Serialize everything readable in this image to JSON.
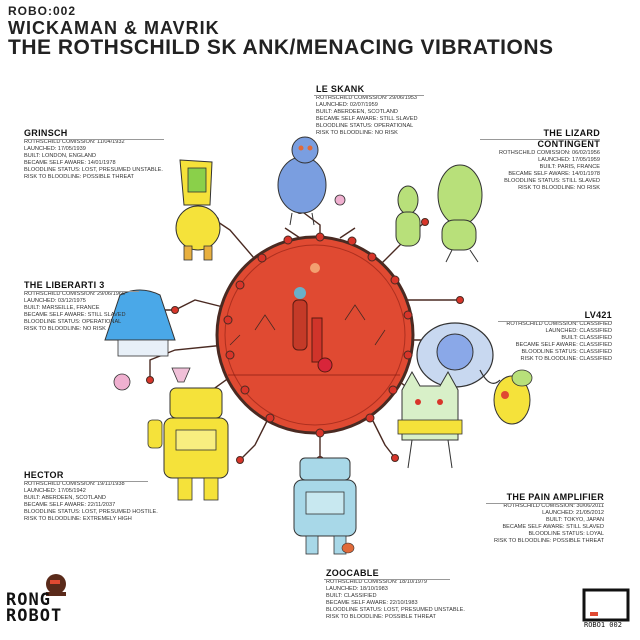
{
  "header": {
    "catalog": "ROBO:002",
    "artists": "WICKAMAN & MAVRIK",
    "title": "THE ROTHSCHILD SK ANK/MENACING VIBRATIONS"
  },
  "robots": [
    {
      "name": "LE SKANK",
      "lines": [
        "ROTHSCHILD COMISSION: 29/06/1953",
        "LAUNCHED: 02/07/1959",
        "BUILT: ABERDEEN, SCOTLAND",
        "BECAME SELF AWARE: STILL SLAVED",
        "BLOODLINE STATUS: OPERATIONAL",
        "RISK TO BLOODLINE: NO RISK"
      ]
    },
    {
      "name": "GRINSCH",
      "lines": [
        "ROTHSCHILD COMISSION: 11/04/1932",
        "LAUNCHED: 17/05/1939",
        "BUILT: LONDON, ENGLAND",
        "BECAME SELF AWARE: 14/01/1978",
        "BLOODLINE STATUS: LOST, PRESUMED UNSTABLE.",
        "RISK TO BLOODLINE: POSSIBLE THREAT"
      ]
    },
    {
      "name": "THE LIZARD CONTINGENT",
      "lines": [
        "ROTHSCHILD COMISSION: 06/02/1956",
        "LAUNCHED: 17/05/1959",
        "BUILT: PARIS, FRANCE",
        "BECAME SELF AWARE: 14/01/1978",
        "BLOODLINE STATUS: STILL SLAVED",
        "RISK TO BLOODLINE: NO RISK"
      ]
    },
    {
      "name": "THE LIBERARTI 3",
      "lines": [
        "ROTHSCHILD COMISSION: 29/06/1966",
        "LAUNCHED: 03/12/1975",
        "BUILT: MARSEILLE, FRANCE",
        "BECAME SELF AWARE: STILL SLAVED",
        "BLOODLINE STATUS: OPERATIONAL",
        "RISK TO BLOODLINE: NO RISK"
      ]
    },
    {
      "name": "LV421",
      "lines": [
        "ROTHSCHILD COMISSION: CLASSIFIED",
        "LAUNCHED: CLASSIFIED",
        "BUILT: CLASSIFIED",
        "BECAME SELF AWARE: CLASSIFIED",
        "BLOODLINE STATUS: CLASSIFIED",
        "RISK TO BLOODLINE: CLASSIFIED"
      ]
    },
    {
      "name": "HECTOR",
      "lines": [
        "ROTHSCHILD COMISSION: 19/11/1938",
        "LAUNCHED: 17/05/1942",
        "BUILT: ABERDEEN, SCOTLAND",
        "BECAME SELF AWARE: 22/11/2037",
        "BLOODLINE STATUS: LOST, PRESUMED HOSTILE.",
        "RISK TO BLOODLINE: EXTREMELY HIGH"
      ]
    },
    {
      "name": "THE PAIN AMPLIFIER",
      "lines": [
        "ROTHSCHILD COMISSION: 30/06/2011",
        "LAUNCHED: 21/05/2012",
        "BUILT: TOKYO, JAPAN",
        "BECAME SELF AWARE: STILL SLAVED",
        "BLOODLINE STATUS: LOYAL",
        "RISK TO BLOODLINE: POSSIBLE THREAT"
      ]
    },
    {
      "name": "ZOOCABLE",
      "lines": [
        "ROTHSCHILD COMISSION: 18/10/1979",
        "LAUNCHED: 18/10/1983",
        "BUILT: CLASSIFIED",
        "BECAME SELF AWARE: 22/10/1983",
        "BLOODLINE STATUS: LOST, PRESUMED UNSTABLE.",
        "RISK TO BLOODLINE: POSSIBLE THREAT"
      ]
    }
  ],
  "footer": {
    "label_logo_line1": "RONG",
    "label_logo_line2": "ROBOT",
    "catalog_badge": "ROBO1 002"
  },
  "colors": {
    "disc": "#e04a32",
    "disc_dark": "#8a1e12",
    "node": "#d8352a",
    "wire": "#4a2a22",
    "robot_blue": "#7a9ee0",
    "robot_yellow": "#f5e23a",
    "robot_green": "#b8e07a",
    "robot_lightblue": "#a8d8e8",
    "robot_pink": "#f0b0d0"
  }
}
